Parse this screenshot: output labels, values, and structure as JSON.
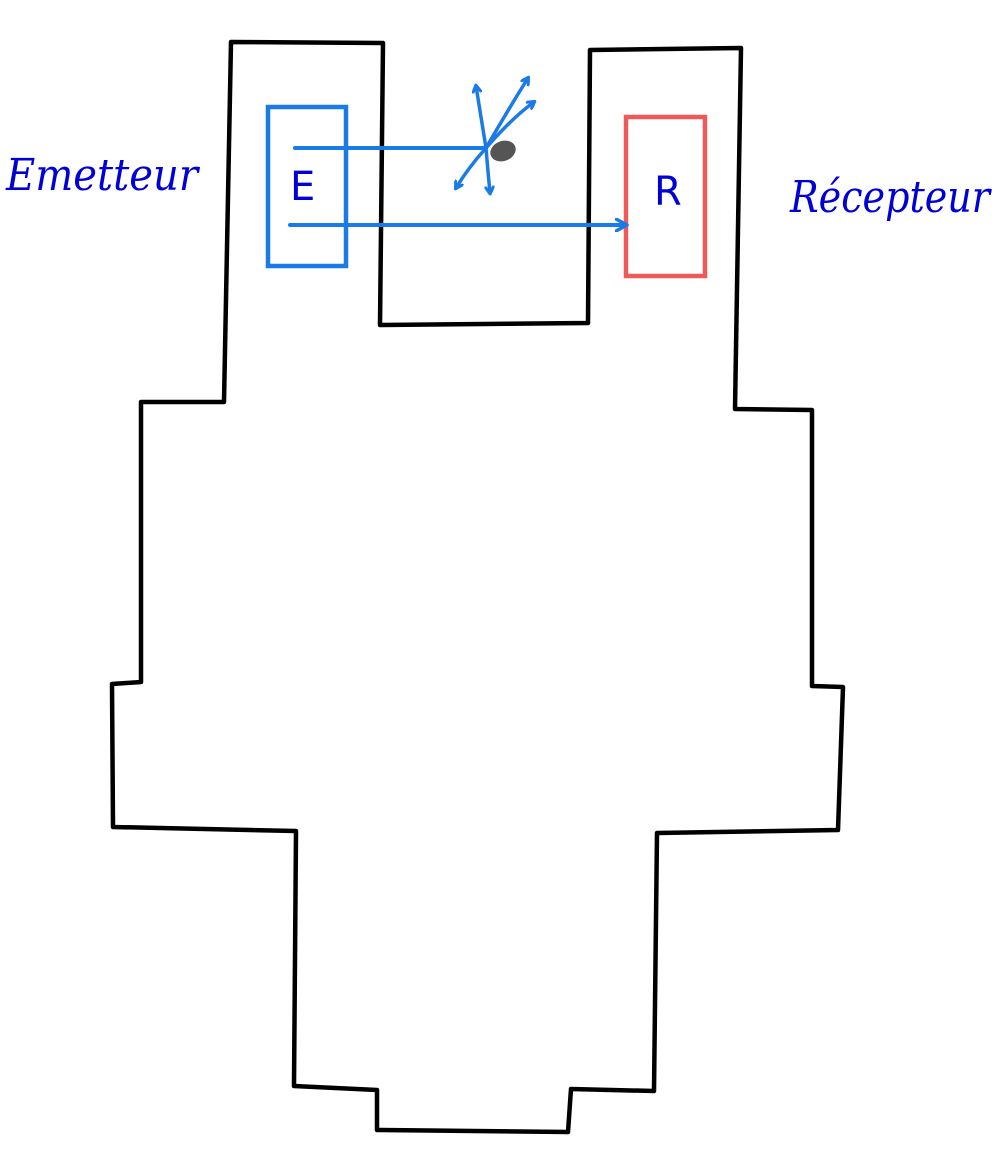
{
  "labels": {
    "emitter": "Emetteur",
    "receiver": "Récepteur",
    "emitter_box": "E",
    "receiver_box": "R"
  },
  "colors": {
    "outline": "#000000",
    "emitter": "#1a7be6",
    "receiver": "#ee5a5a",
    "text": "#0000d6",
    "particle": "#555555"
  }
}
